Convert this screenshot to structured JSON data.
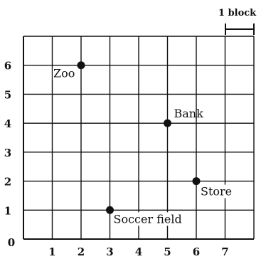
{
  "scale": {
    "label": "1 block"
  },
  "grid": {
    "x_min": 0,
    "x_max": 8,
    "y_min": 0,
    "y_max": 7,
    "x_tick_labels": [
      "1",
      "2",
      "3",
      "4",
      "5",
      "6",
      "7"
    ],
    "y_tick_labels": [
      "1",
      "2",
      "3",
      "4",
      "5",
      "6"
    ],
    "origin_label": "0"
  },
  "locations": [
    {
      "name": "Zoo",
      "x": 2,
      "y": 6
    },
    {
      "name": "Bank",
      "x": 5,
      "y": 4
    },
    {
      "name": "Store",
      "x": 6,
      "y": 2
    },
    {
      "name": "Soccer field",
      "x": 3,
      "y": 1
    }
  ]
}
